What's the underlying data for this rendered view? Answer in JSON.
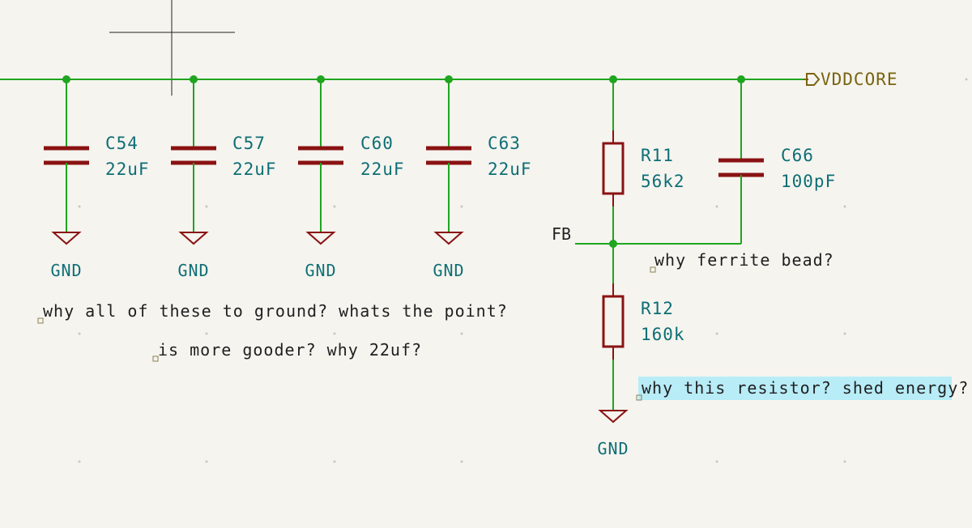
{
  "schematic": {
    "capacitors": [
      {
        "ref": "C54",
        "value": "22uF"
      },
      {
        "ref": "C57",
        "value": "22uF"
      },
      {
        "ref": "C60",
        "value": "22uF"
      },
      {
        "ref": "C63",
        "value": "22uF"
      },
      {
        "ref": "C66",
        "value": "100pF"
      }
    ],
    "resistors": [
      {
        "ref": "R11",
        "value": "56k2"
      },
      {
        "ref": "R12",
        "value": "160k"
      }
    ],
    "ground_label": "GND",
    "power_label": "VDDCORE",
    "net_label": "FB",
    "notes": [
      "why all of these to ground? whats the point?",
      "is more gooder? why 22uf?",
      "why ferrite bead?",
      "why this resistor? shed energy?"
    ],
    "colors": {
      "wire": "#1fa51f",
      "component": "#8a1212",
      "reference_text": "#0e6e75",
      "power_text": "#7a6310",
      "highlight": "#b8ecf7",
      "background": "#f5f4ef"
    }
  }
}
